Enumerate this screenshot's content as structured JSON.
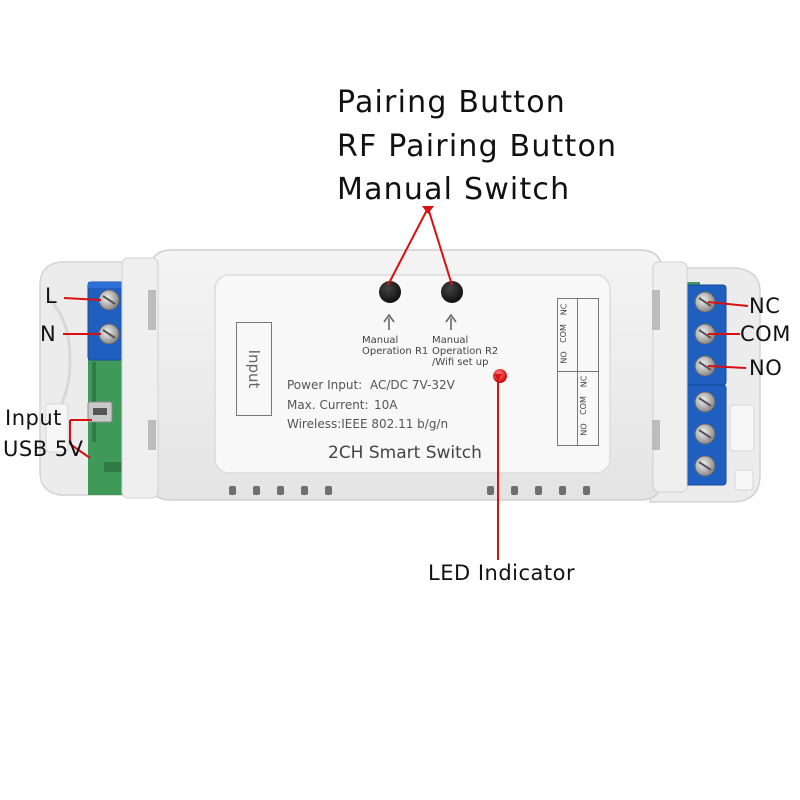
{
  "annotations": {
    "title_lines": [
      "Pairing Button",
      "RF Pairing Button",
      "Manual Switch"
    ],
    "led_indicator": "LED Indicator",
    "terminal_l": "L",
    "terminal_n": "N",
    "input_usb_line1": "Input",
    "input_usb_line2": "USB 5V",
    "relay_nc": "NC",
    "relay_com": "COM",
    "relay_no": "NO"
  },
  "device": {
    "model": "2CH Smart Switch",
    "input_label": "Input",
    "button1_line1": "Manual",
    "button1_line2": "Operation R1",
    "button2_line1": "Manual",
    "button2_line2": "Operation R2",
    "button2_line3": "/Wifi set up",
    "specs": [
      {
        "label": "Power Input:",
        "value": "AC/DC 7V-32V"
      },
      {
        "label": "Max. Current:",
        "value": "10A"
      },
      {
        "label": "Wireless:IEEE 802.11 b/g/n",
        "value": ""
      }
    ],
    "terminal_labels": [
      "NC",
      "COM",
      "NO",
      "NC",
      "COM",
      "NO"
    ]
  },
  "colors": {
    "terminal_blue": "#1f5fc0",
    "pcb_green": "#3f9a5a",
    "led_red": "#e01818",
    "arrow_red": "#d81010"
  }
}
